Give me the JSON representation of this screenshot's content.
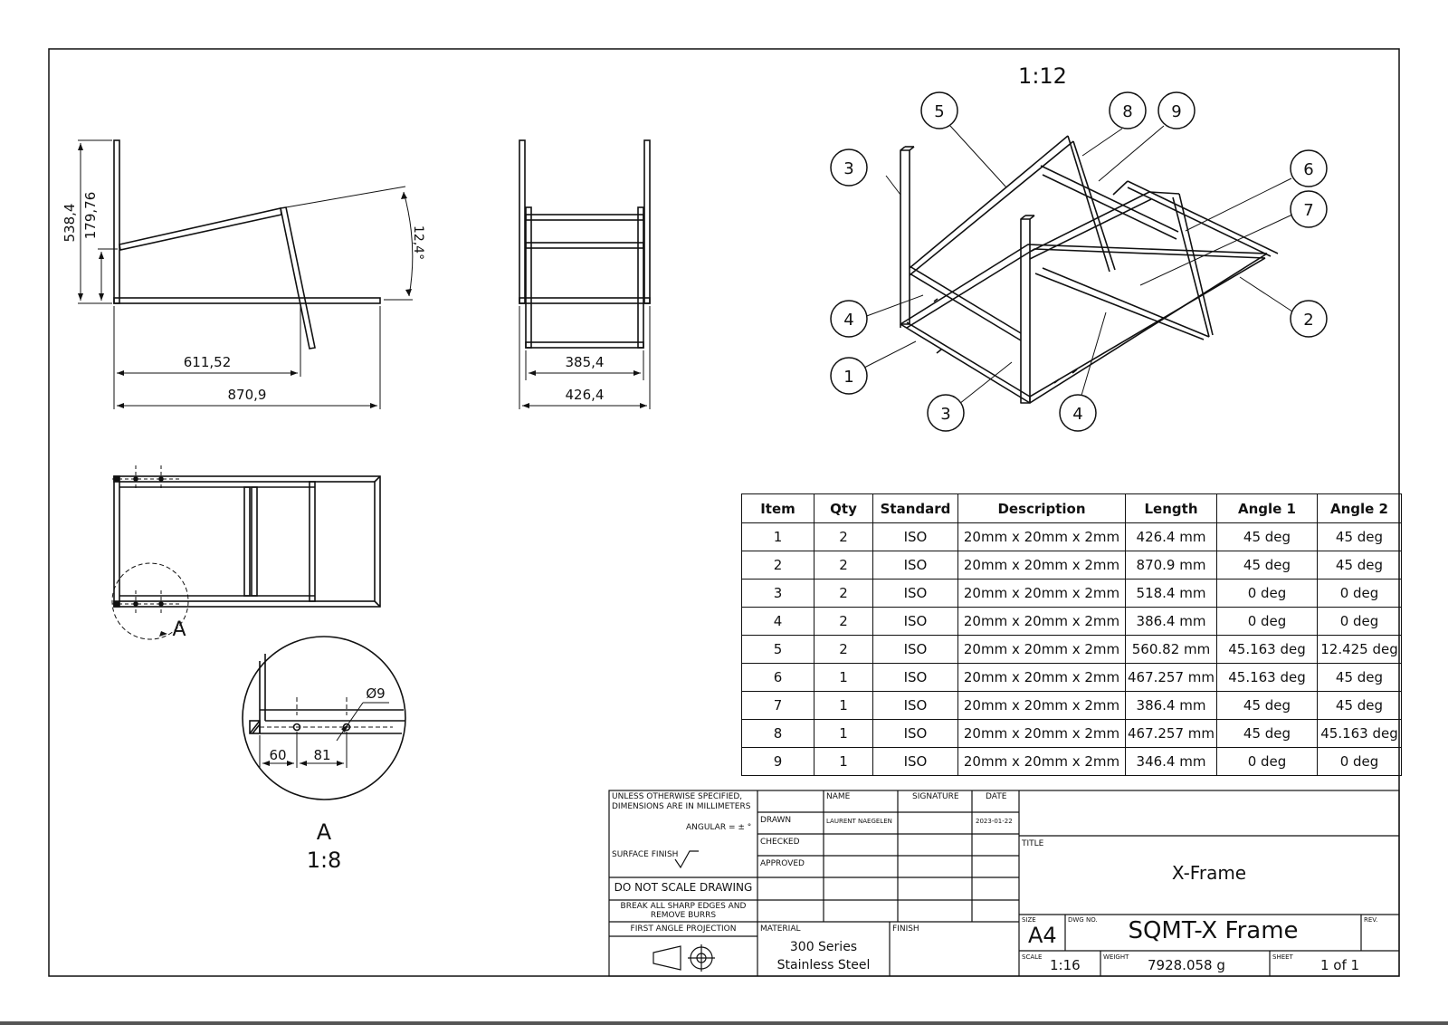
{
  "views": {
    "iso_scale": "1:12",
    "side_dims": {
      "total_height": "538,4",
      "short_height": "179,76",
      "angle": "12,4°",
      "length_short": "611,52",
      "length_total": "870,9"
    },
    "front_dims": {
      "inner_width": "385,4",
      "outer_width": "426,4"
    },
    "detail": {
      "label": "A",
      "label_in_plan": "A",
      "scale": "1:8",
      "hole": "Ø9",
      "dim1": "60",
      "dim2": "81"
    },
    "balloons": [
      "5",
      "8",
      "9",
      "3",
      "6",
      "7",
      "4",
      "2",
      "1",
      "3",
      "4"
    ]
  },
  "bom": {
    "headers": [
      "Item",
      "Qty",
      "Standard",
      "Description",
      "Length",
      "Angle 1",
      "Angle 2"
    ],
    "rows": [
      [
        "1",
        "2",
        "ISO",
        "20mm x 20mm x 2mm",
        "426.4 mm",
        "45 deg",
        "45 deg"
      ],
      [
        "2",
        "2",
        "ISO",
        "20mm x 20mm x 2mm",
        "870.9 mm",
        "45 deg",
        "45 deg"
      ],
      [
        "3",
        "2",
        "ISO",
        "20mm x 20mm x 2mm",
        "518.4 mm",
        "0 deg",
        "0 deg"
      ],
      [
        "4",
        "2",
        "ISO",
        "20mm x 20mm x 2mm",
        "386.4 mm",
        "0 deg",
        "0 deg"
      ],
      [
        "5",
        "2",
        "ISO",
        "20mm x 20mm x 2mm",
        "560.82 mm",
        "45.163 deg",
        "12.425 deg"
      ],
      [
        "6",
        "1",
        "ISO",
        "20mm x 20mm x 2mm",
        "467.257 mm",
        "45.163 deg",
        "45 deg"
      ],
      [
        "7",
        "1",
        "ISO",
        "20mm x 20mm x 2mm",
        "386.4 mm",
        "45 deg",
        "45 deg"
      ],
      [
        "8",
        "1",
        "ISO",
        "20mm x 20mm x 2mm",
        "467.257 mm",
        "45 deg",
        "45.163 deg"
      ],
      [
        "9",
        "1",
        "ISO",
        "20mm x 20mm x 2mm",
        "346.4 mm",
        "0 deg",
        "0 deg"
      ]
    ]
  },
  "title_block": {
    "notes_line1": "UNLESS OTHERWISE SPECIFIED,",
    "notes_line2": "DIMENSIONS ARE IN MILLIMETERS",
    "angular": "ANGULAR = ± °",
    "surface_finish": "SURFACE FINISH",
    "do_not_scale": "DO NOT SCALE DRAWING",
    "break_edges1": "BREAK ALL SHARP EDGES AND",
    "break_edges2": "REMOVE BURRS",
    "projection": "FIRST ANGLE PROJECTION",
    "col_name": "NAME",
    "col_signature": "SIGNATURE",
    "col_date": "DATE",
    "drawn_label": "DRAWN",
    "drawn_name": "LAURENT NAEGELEN",
    "drawn_date": "2023-01-22",
    "checked_label": "CHECKED",
    "approved_label": "APPROVED",
    "material_label": "MATERIAL",
    "material_line1": "300 Series",
    "material_line2": "Stainless Steel",
    "finish_label": "FINISH",
    "title_label": "TITLE",
    "title": "X-Frame",
    "size_label": "SIZE",
    "size": "A4",
    "dwg_label": "DWG NO.",
    "dwg_no": "SQMT-X Frame",
    "rev_label": "REV.",
    "scale_label": "SCALE",
    "scale": "1:16",
    "weight_label": "WEIGHT",
    "weight": "7928.058 g",
    "sheet_label": "SHEET",
    "sheet": "1 of 1"
  }
}
